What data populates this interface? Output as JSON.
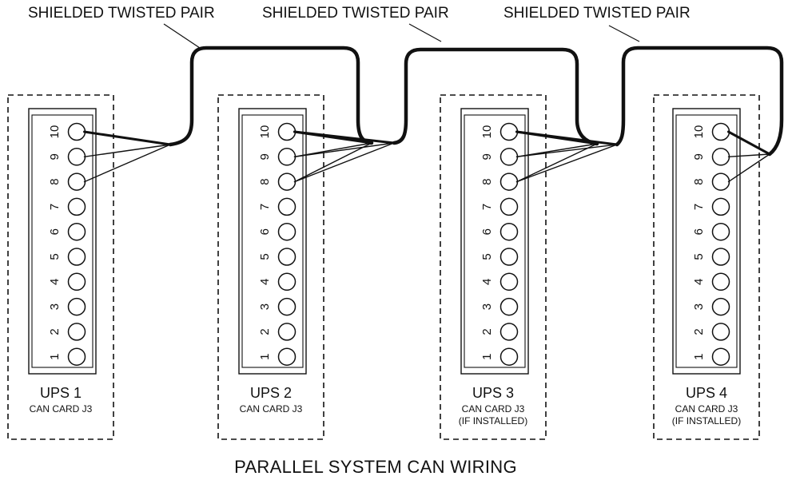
{
  "cable_label": "SHIELDED TWISTED PAIR",
  "cables": [
    {
      "label": "SHIELDED TWISTED PAIR",
      "from": "UPS 1",
      "to": "UPS 2"
    },
    {
      "label": "SHIELDED TWISTED PAIR",
      "from": "UPS 2",
      "to": "UPS 3"
    },
    {
      "label": "SHIELDED TWISTED PAIR",
      "from": "UPS 3",
      "to": "UPS 4"
    }
  ],
  "units": [
    {
      "name": "UPS 1",
      "sub": [
        "CAN CARD J3"
      ]
    },
    {
      "name": "UPS 2",
      "sub": [
        "CAN CARD J3"
      ]
    },
    {
      "name": "UPS 3",
      "sub": [
        "CAN CARD J3",
        "(IF INSTALLED)"
      ]
    },
    {
      "name": "UPS 4",
      "sub": [
        "CAN CARD J3",
        "(IF INSTALLED)"
      ]
    }
  ],
  "pins": [
    "1",
    "2",
    "3",
    "4",
    "5",
    "6",
    "7",
    "8",
    "9",
    "10"
  ],
  "wired_pins": [
    "8",
    "9",
    "10"
  ],
  "footer_title": "PARALLEL SYSTEM CAN WIRING",
  "colors": {
    "ink": "#111111",
    "background": "#ffffff"
  }
}
